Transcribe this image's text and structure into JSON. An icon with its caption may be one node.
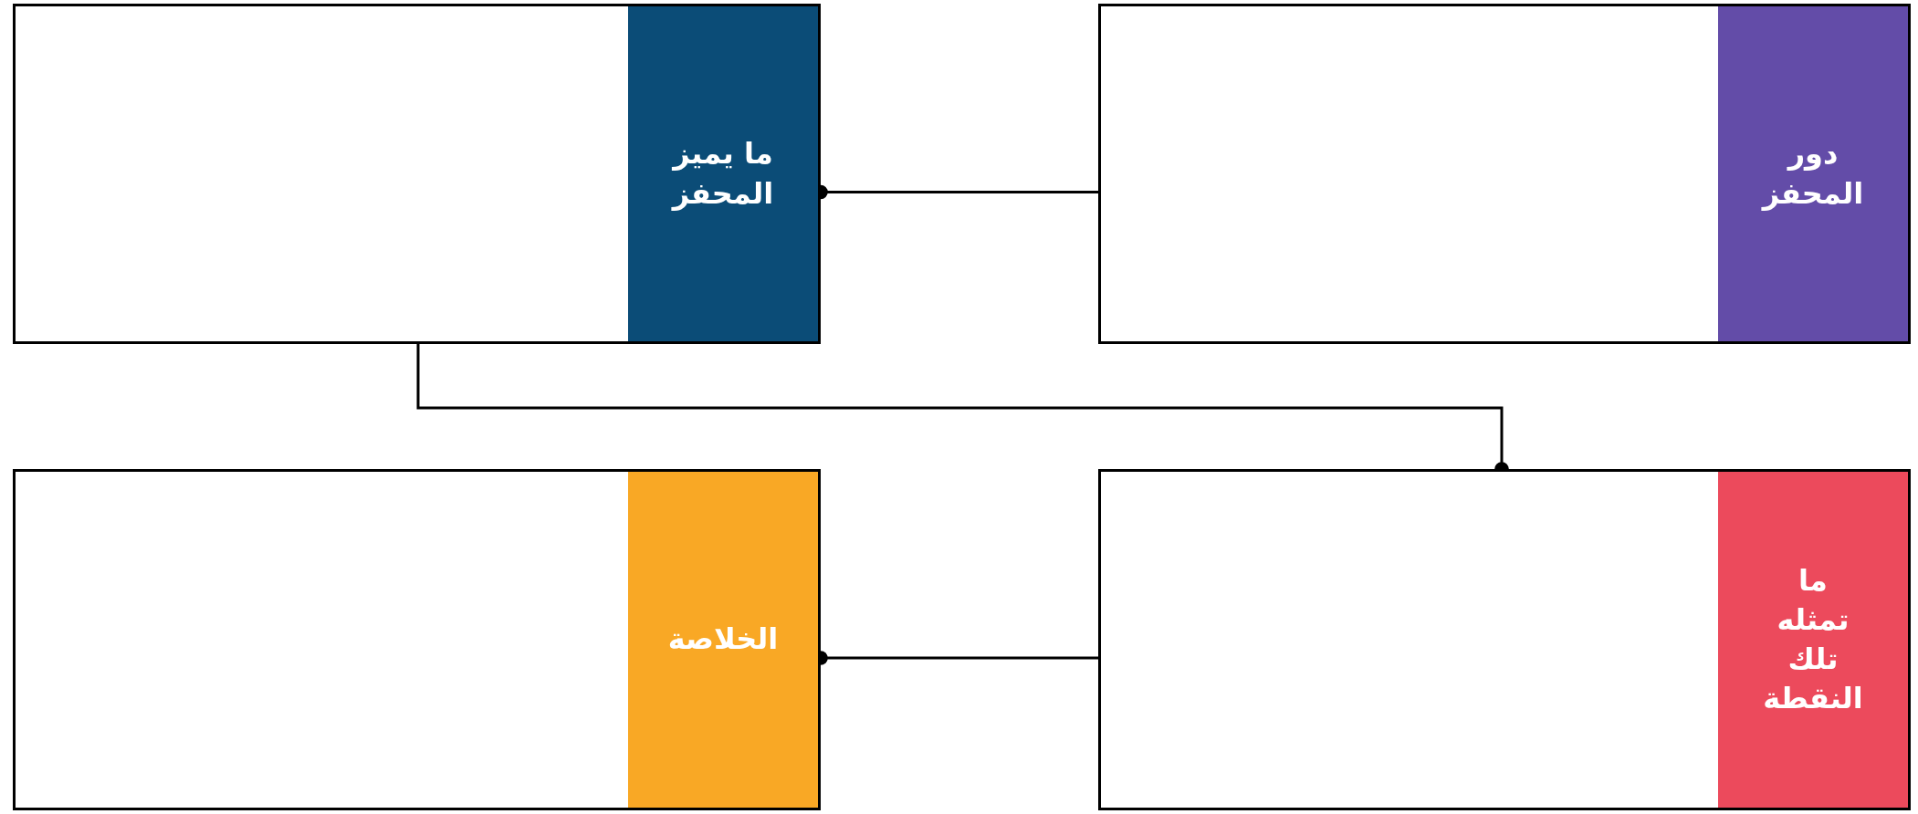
{
  "diagram": {
    "nodes": [
      {
        "text": [
          "ما يميز المحفز"
        ]
      },
      {
        "text": [
          "دور المحفز"
        ]
      },
      {
        "text": [
          "الخلاصة"
        ]
      },
      {
        "text": [
          "ما تمثله تلك النقطة"
        ]
      }
    ],
    "edges": [
      {
        "from": 1,
        "to": 0,
        "arrow": "other"
      },
      {
        "from": 0,
        "to": 3,
        "arrow": "other"
      },
      {
        "from": 3,
        "to": 2,
        "arrow": "other"
      }
    ]
  }
}
